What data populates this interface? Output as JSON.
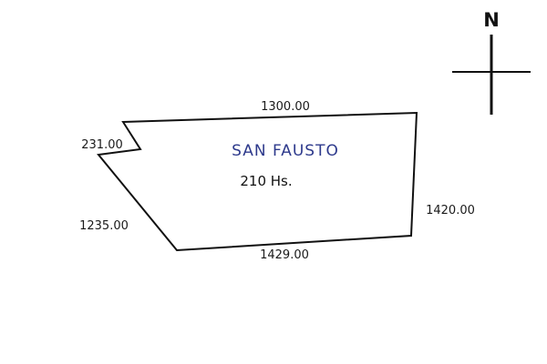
{
  "parcel": {
    "name": "SAN FAUSTO",
    "area": "210 Hs.",
    "name_color": "#2e3a8c",
    "outline_color": "#111111"
  },
  "sides": {
    "north": "1300.00",
    "east": "1420.00",
    "south": "1429.00",
    "west": "1235.00",
    "notch": "231.00"
  },
  "compass": {
    "letter": "N",
    "icon": "north-arrow-icon"
  }
}
